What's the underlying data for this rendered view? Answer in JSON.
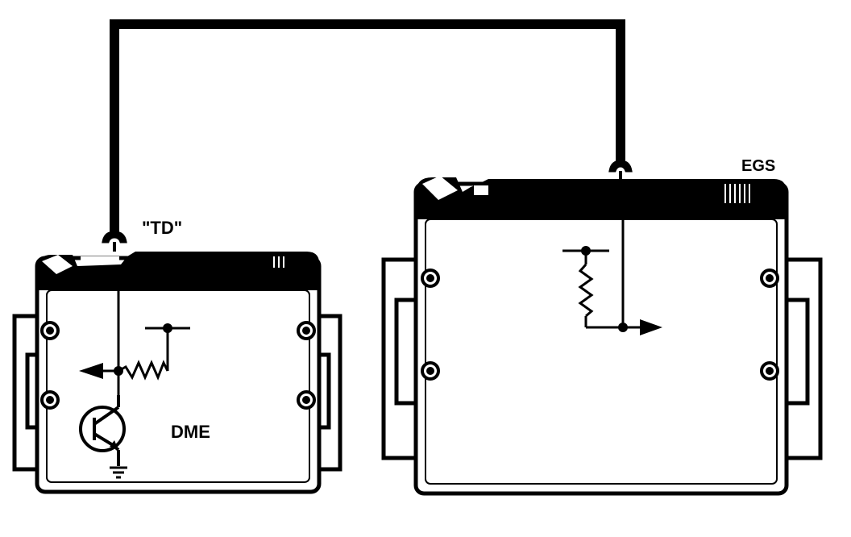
{
  "labels": {
    "signal": "\"TD\"",
    "dme": "DME",
    "egs": "EGS"
  },
  "colors": {
    "ink": "#000000",
    "paper": "#ffffff"
  }
}
